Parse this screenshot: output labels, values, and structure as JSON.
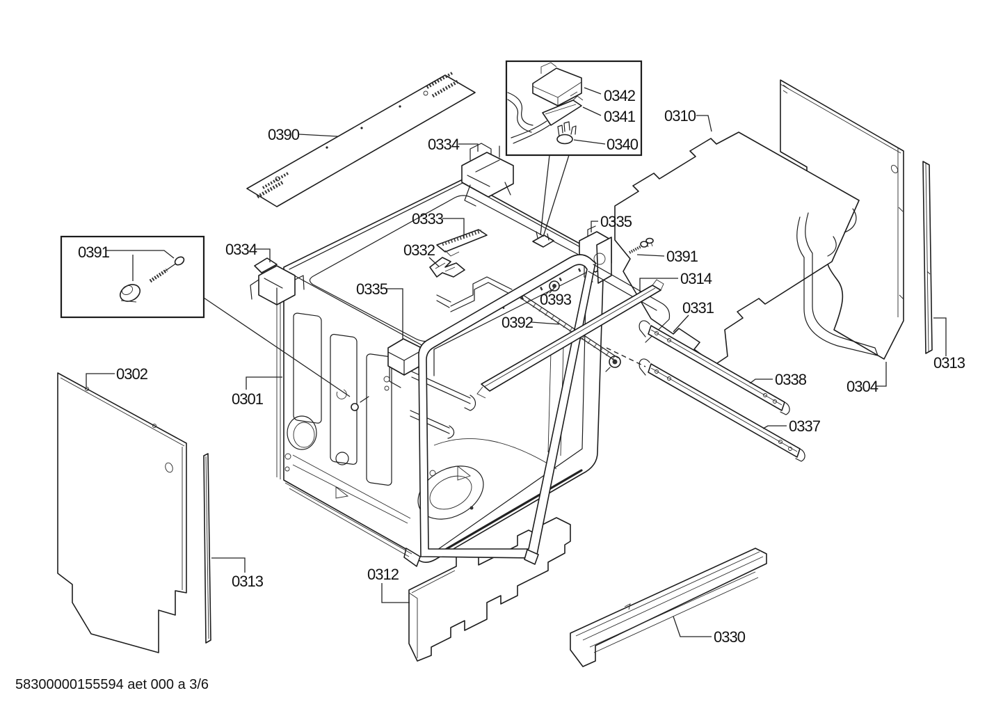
{
  "document": {
    "footer_code": "58300000155594 aet 000 a 3/6"
  },
  "labels": {
    "0301": "0301",
    "0302": "0302",
    "0304": "0304",
    "0310": "0310",
    "0312": "0312",
    "0313": "0313",
    "0314": "0314",
    "0330": "0330",
    "0331": "0331",
    "0332": "0332",
    "0333": "0333",
    "0334": "0334",
    "0335": "0335",
    "0337": "0337",
    "0338": "0338",
    "0340": "0340",
    "0341": "0341",
    "0342": "0342",
    "0390": "0390",
    "0391": "0391",
    "0392": "0392",
    "0393": "0393"
  }
}
